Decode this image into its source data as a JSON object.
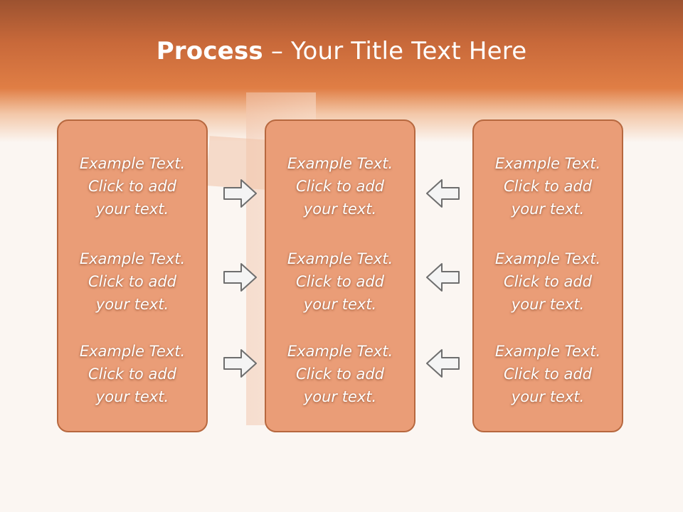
{
  "slide": {
    "title_bold": "Process",
    "title_rest": " – Your Title Text Here"
  },
  "columns": [
    {
      "items": [
        [
          "Example Text.",
          "Click  to add",
          "your text."
        ],
        [
          "Example Text.",
          "Click  to add",
          "your text."
        ],
        [
          "Example Text.",
          "Click  to add",
          "your text."
        ]
      ]
    },
    {
      "items": [
        [
          "Example Text.",
          "Click  to add",
          "your text."
        ],
        [
          "Example Text.",
          "Click  to add",
          "your text."
        ],
        [
          "Example Text.",
          "Click  to add",
          "your text."
        ]
      ]
    },
    {
      "items": [
        [
          "Example Text.",
          "Click  to add",
          "your text."
        ],
        [
          "Example Text.",
          "Click  to add",
          "your text."
        ],
        [
          "Example Text.",
          "Click  to add",
          "your text."
        ]
      ]
    }
  ],
  "colors": {
    "header": "#e07e45",
    "panel_fill": "#ea9d77",
    "panel_border": "#b7683f",
    "arrow_fill": "#f4f4f4",
    "arrow_stroke": "#6e6e6e"
  }
}
